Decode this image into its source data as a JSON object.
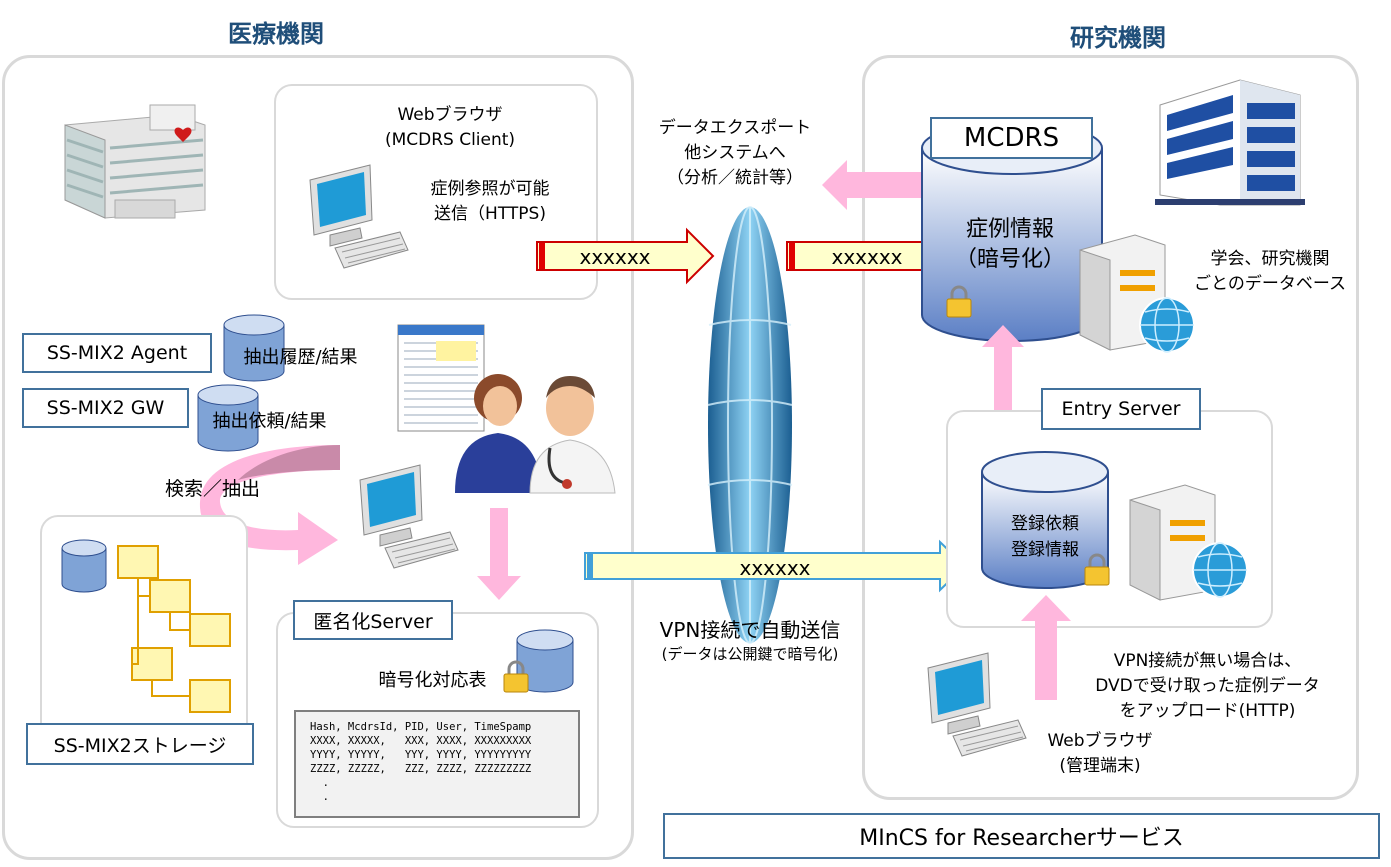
{
  "left_org": {
    "title": "医療機関"
  },
  "right_org": {
    "title": "研究機関"
  },
  "browser_client": {
    "title_line1": "Webブラウザ",
    "title_line2": "(MCDRS Client)",
    "desc_line1": "症例参照が可能",
    "desc_line2": "送信（HTTPS)"
  },
  "export": {
    "line1": "データエクスポート",
    "line2": "他システムへ",
    "line3": "（分析／統計等）"
  },
  "mcdrs": {
    "label": "MCDRS",
    "db_line1": "症例情報",
    "db_line2": "（暗号化）"
  },
  "db_note": {
    "line1": "学会、研究機関",
    "line2": "ごとのデータベース"
  },
  "arrows": {
    "top_left": "xxxxxx",
    "top_right": "xxxxxx",
    "bottom": "xxxxxx"
  },
  "ssmix_agent": {
    "label": "SS-MIX2 Agent",
    "db_label": "抽出履歴/結果"
  },
  "ssmix_gw": {
    "label": "SS-MIX2 GW",
    "db_label": "抽出依頼/結果"
  },
  "search_extract": "検索／抽出",
  "storage": {
    "label": "SS-MIX2ストレージ"
  },
  "anon_server": {
    "label": "匿名化Server",
    "table_label": "暗号化対応表",
    "table_lines": [
      "Hash, McdrsId, PID, User, TimeSpamp",
      "XXXX, XXXXX,   XXX, XXXX, XXXXXXXXX",
      "YYYY, YYYYY,   YYY, YYYY, YYYYYYYYY",
      "ZZZZ, ZZZZZ,   ZZZ, ZZZZ, ZZZZZZZZZ",
      "  .",
      "  ."
    ]
  },
  "vpn": {
    "line1": "VPN接続で自動送信",
    "line2": "(データは公開鍵で暗号化)"
  },
  "entry_server": {
    "label": "Entry Server",
    "db_line1": "登録依頼",
    "db_line2": "登録情報"
  },
  "no_vpn": {
    "line1": "VPN接続が無い場合は、",
    "line2": "DVDで受け取った症例データ",
    "line3": "をアップロード(HTTP)"
  },
  "admin_browser": {
    "line1": "Webブラウザ",
    "line2": "(管理端末)"
  },
  "service": {
    "label": "MInCS for Researcherサービス"
  },
  "colors": {
    "title": "#1f4e79",
    "box_border": "#41719c",
    "panel_border": "#d9d9d9",
    "pink_arrow": "#ffb7dd",
    "yellow_arrow": "#ffffcc",
    "db_fill": "#8eaadb"
  }
}
